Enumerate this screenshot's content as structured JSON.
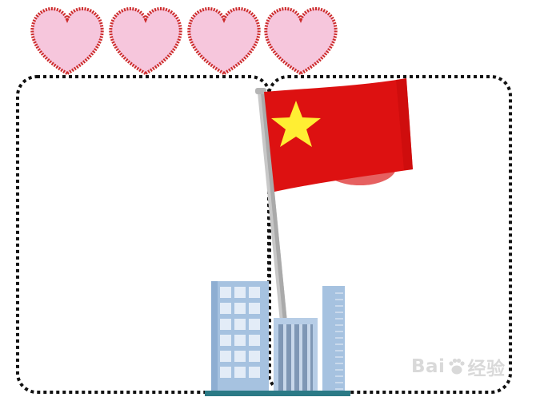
{
  "colors": {
    "heart_fill": "#f6c6dc",
    "heart_border": "#cc2b2b",
    "frame_dots": "#111111",
    "flag_red": "#dd1111",
    "flag_star": "#ffee33",
    "pole": "#c8c8c8",
    "building_light": "#a6c2e0",
    "building_window": "#e3ecf7",
    "building_mid": "#88a0bb",
    "ground": "#2b7a86",
    "watermark": "#d8d8d8"
  },
  "hearts": [
    {
      "name": "heart-1"
    },
    {
      "name": "heart-2"
    },
    {
      "name": "heart-3"
    },
    {
      "name": "heart-4"
    }
  ],
  "frames": [
    {
      "name": "left-dotted-frame"
    },
    {
      "name": "right-dotted-frame"
    }
  ],
  "icons": {
    "flag": "red-flag-icon",
    "star": "star-icon",
    "buildings": "city-buildings-icon",
    "watermark_paw": "paw-icon"
  },
  "watermark": {
    "text_a": "Bai",
    "text_b": "经验"
  }
}
